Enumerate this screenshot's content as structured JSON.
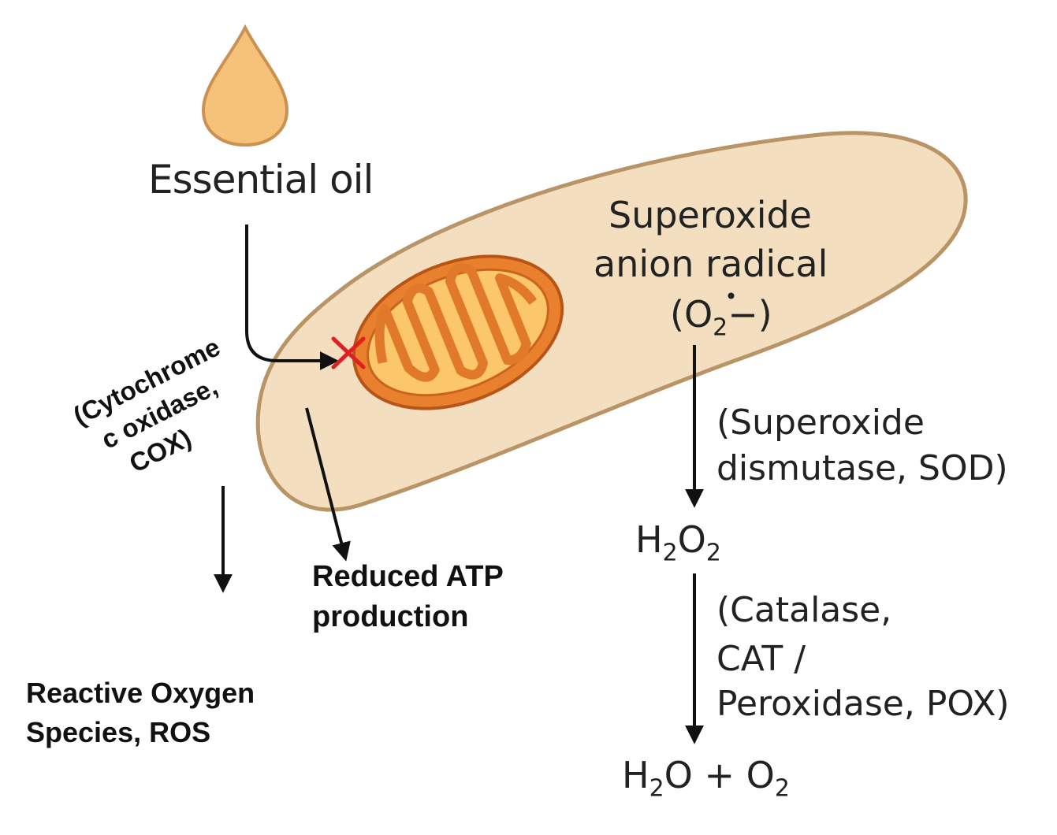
{
  "essential_oil": {
    "label": "Essential oil"
  },
  "superoxide": {
    "line1": "Superoxide",
    "line2": "anion radical",
    "open": "(O",
    "radical_dot": "•",
    "sub": "2",
    "close": "−)"
  },
  "sod": {
    "line1": "(Superoxide",
    "line2": "dismutase, SOD)"
  },
  "h2o2": {
    "h": "H",
    "sub1": "2",
    "o": "O",
    "sub2": "2"
  },
  "cat": {
    "line1": "(Catalase,",
    "line2": "CAT /",
    "line3": "Peroxidase, POX)"
  },
  "products": {
    "h2o": "H",
    "sub1": "2",
    "o_plus": "O + O",
    "sub2": "2"
  },
  "cox": {
    "line1": "(Cytochrome",
    "line2": "c oxidase,",
    "line3": "COX)"
  },
  "atp": {
    "line1": "Reduced ATP",
    "line2": "production"
  },
  "ros": {
    "line1": "Reactive Oxygen",
    "line2": "Species, ROS"
  },
  "colors": {
    "cell_fill": "#f3dfbf",
    "cell_stroke": "#b89466",
    "mito_outer": "#e8802e",
    "mito_inner": "#fbc76a",
    "oil_drop": "#f6c27a",
    "inhibit_mark": "#e02020"
  }
}
